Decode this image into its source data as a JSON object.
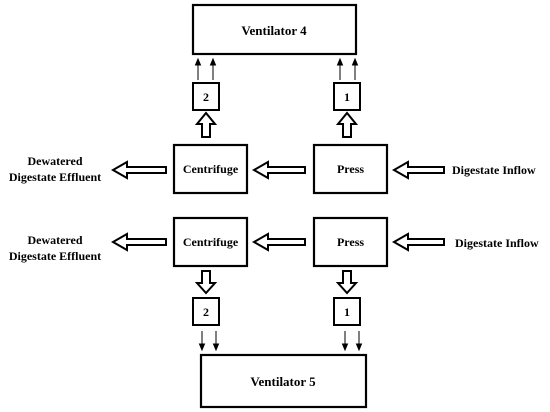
{
  "diagram": {
    "top": {
      "ventilator": "Ventilator 4",
      "centrifuge": "Centrifuge",
      "press": "Press",
      "inflow": "Digestate Inflow",
      "effluent_line1": "Dewatered",
      "effluent_line2": "Digestate Effluent",
      "box_left": "2",
      "box_right": "1"
    },
    "bottom": {
      "ventilator": "Ventilator 5",
      "centrifuge": "Centrifuge",
      "press": "Press",
      "inflow": "Digestate Inflow",
      "effluent_line1": "Dewatered",
      "effluent_line2": "Digestate Effluent",
      "box_left": "2",
      "box_right": "1"
    }
  }
}
